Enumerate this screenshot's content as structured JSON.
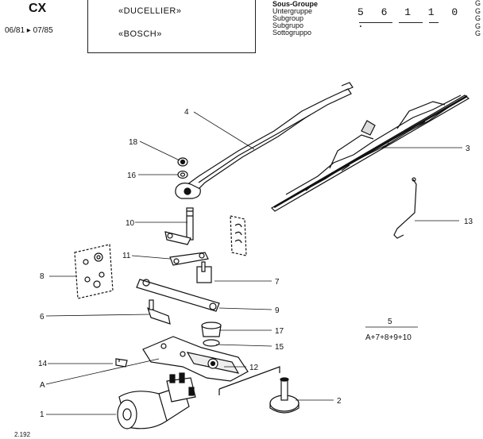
{
  "header": {
    "model": "CX",
    "dates": "06/81 ▸ 07/85",
    "makes": [
      "«DUCELLIER»",
      "«BOSCH»"
    ],
    "group_labels": [
      "Sous-Groupe",
      "Untergruppe",
      "Subgroup",
      "Subgrupo",
      "Sottogruppo"
    ],
    "code": "5 6 1 1 0 .",
    "side_letters": [
      "G",
      "G",
      "G",
      "G",
      "G"
    ]
  },
  "callouts": {
    "c1": "1",
    "c2": "2",
    "c3": "3",
    "c4": "4",
    "c5": "5",
    "c6": "6",
    "c7": "7",
    "c8": "8",
    "c9": "9",
    "c10": "10",
    "c11": "11",
    "c12": "12",
    "c13": "13",
    "c14": "14",
    "c15": "15",
    "c16": "16",
    "c17": "17",
    "c18": "18",
    "cA": "A"
  },
  "kit_formula": "A+7+8+9+10",
  "figure_number": "2.192"
}
